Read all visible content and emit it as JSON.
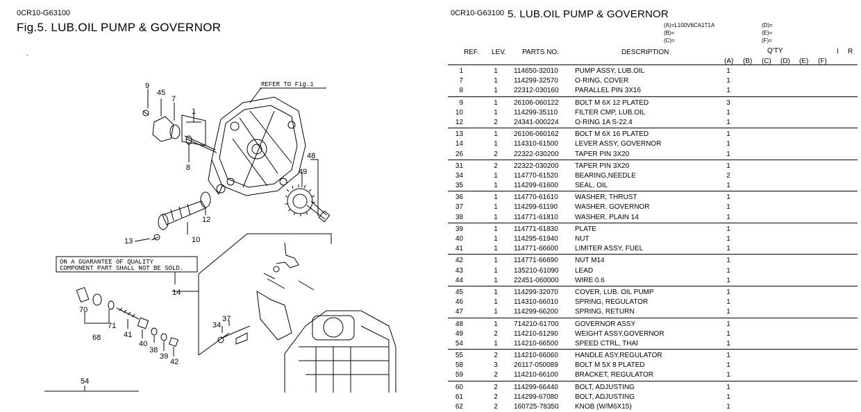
{
  "left": {
    "code": "0CR10-G63100",
    "title": "Fig.5.  LUB.OIL PUMP & GOVERNOR",
    "mark": ".",
    "refer_label": "REFER TO Fig.1",
    "guarantee_line1": "ON A GUARANTEE OF QUALITY",
    "guarantee_line2": "COMPONENT PART SHALL NOT BE SOLD.",
    "callouts": [
      "9",
      "45",
      "7",
      "1",
      "8",
      "48",
      "49",
      "12",
      "10",
      "13",
      "14",
      "70",
      "71",
      "68",
      "41",
      "40",
      "38",
      "39",
      "42",
      "34",
      "37",
      "54"
    ]
  },
  "right": {
    "code": "0CR10-G63100",
    "title": "5.  LUB.OIL PUMP & GOVERNOR",
    "models": {
      "a": "(A)=L100V6CA1T1A",
      "b": "(B)=",
      "c": "(C)=",
      "d": "(D)=",
      "e": "(E)=",
      "f": "(F)="
    },
    "headers": {
      "ref": "REF.",
      "lev": "LEV.",
      "parts_no": "PARTS NO.",
      "description": "DESCRIPTION",
      "qty": "Q'TY",
      "i": "I",
      "r": "R",
      "qa": "(A)",
      "qb": "(B)",
      "qc": "(C)",
      "qd": "(D)",
      "qe": "(E)",
      "qf": "(F)"
    },
    "groups": [
      [
        {
          "ref": "1",
          "lev": "1",
          "part": "114650-32010",
          "desc": "PUMP ASSY, LUB.OIL",
          "qa": "1"
        },
        {
          "ref": "7",
          "lev": "1",
          "part": "114299-32570",
          "desc": "O-RING, COVER",
          "qa": "1"
        },
        {
          "ref": "8",
          "lev": "1",
          "part": "22312-030160",
          "desc": "PARALLEL PIN 3X16",
          "qa": "1"
        }
      ],
      [
        {
          "ref": "9",
          "lev": "1",
          "part": "26106-060122",
          "desc": "BOLT M 6X 12 PLATED",
          "qa": "3"
        },
        {
          "ref": "10",
          "lev": "1",
          "part": "114299-35110",
          "desc": "FILTER CMP, LUB.OIL",
          "qa": "1"
        },
        {
          "ref": "12",
          "lev": "2",
          "part": "24341-000224",
          "desc": "O-RING 1A S-22.4",
          "qa": "1"
        }
      ],
      [
        {
          "ref": "13",
          "lev": "1",
          "part": "26106-060162",
          "desc": "BOLT M 6X 16 PLATED",
          "qa": "1"
        },
        {
          "ref": "14",
          "lev": "1",
          "part": "114310-61500",
          "desc": "LEVER ASSY, GOVERNOR",
          "qa": "1"
        },
        {
          "ref": "26",
          "lev": "2",
          "part": "22322-030200",
          "desc": "TAPER PIN 3X20",
          "qa": "1"
        }
      ],
      [
        {
          "ref": "31",
          "lev": "2",
          "part": "22322-030200",
          "desc": "TAPER PIN 3X20",
          "qa": "1"
        },
        {
          "ref": "34",
          "lev": "1",
          "part": "114770-61520",
          "desc": "BEARING,NEEDLE",
          "qa": "2"
        },
        {
          "ref": "35",
          "lev": "1",
          "part": "114299-61600",
          "desc": "SEAL, OIL",
          "qa": "1"
        }
      ],
      [
        {
          "ref": "36",
          "lev": "1",
          "part": "114770-61610",
          "desc": "WASHER, THRUST",
          "qa": "1"
        },
        {
          "ref": "37",
          "lev": "1",
          "part": "114299-61190",
          "desc": "WASHER, GOVERNOR",
          "qa": "1"
        },
        {
          "ref": "38",
          "lev": "1",
          "part": "114771-61810",
          "desc": "WASHER, PLAIN 14",
          "qa": "1"
        }
      ],
      [
        {
          "ref": "39",
          "lev": "1",
          "part": "114771-61830",
          "desc": "PLATE",
          "qa": "1"
        },
        {
          "ref": "40",
          "lev": "1",
          "part": "114295-61940",
          "desc": "NUT",
          "qa": "1"
        },
        {
          "ref": "41",
          "lev": "1",
          "part": "114771-66600",
          "desc": "LIMITER ASSY, FUEL",
          "qa": "1"
        }
      ],
      [
        {
          "ref": "42",
          "lev": "1",
          "part": "114771-66690",
          "desc": "NUT M14",
          "qa": "1"
        },
        {
          "ref": "43",
          "lev": "1",
          "part": "135210-61090",
          "desc": "LEAD",
          "qa": "1"
        },
        {
          "ref": "44",
          "lev": "1",
          "part": "22451-060000",
          "desc": "WIRE 0.6",
          "qa": "1"
        }
      ],
      [
        {
          "ref": "45",
          "lev": "1",
          "part": "114299-32070",
          "desc": "COVER, LUB. OIL PUMP",
          "qa": "1"
        },
        {
          "ref": "46",
          "lev": "1",
          "part": "114310-66010",
          "desc": "SPRING, REGULATOR",
          "qa": "1"
        },
        {
          "ref": "47",
          "lev": "1",
          "part": "114299-66200",
          "desc": "SPRING, RETURN",
          "qa": "1"
        }
      ],
      [
        {
          "ref": "48",
          "lev": "1",
          "part": "714210-61700",
          "desc": "GOVERNOR ASSY",
          "qa": "1"
        },
        {
          "ref": "49",
          "lev": "2",
          "part": "114210-61290",
          "desc": "WEIGHT ASSY,GOVERNOR",
          "qa": "1"
        },
        {
          "ref": "54",
          "lev": "1",
          "part": "114210-66500",
          "desc": "SPEED CTRL, THAI",
          "qa": "1"
        }
      ],
      [
        {
          "ref": "55",
          "lev": "2",
          "part": "114210-66060",
          "desc": "HANDLE ASY,REGULATOR",
          "qa": "1"
        },
        {
          "ref": "58",
          "lev": "3",
          "part": "26117-050089",
          "desc": "BOLT M 5X  8 PLATED",
          "qa": "1"
        },
        {
          "ref": "59",
          "lev": "2",
          "part": "114210-66100",
          "desc": "BRACKET, REGULATOR",
          "qa": "1"
        }
      ],
      [
        {
          "ref": "60",
          "lev": "2",
          "part": "114299-66440",
          "desc": "BOLT, ADJUSTING",
          "qa": "1"
        },
        {
          "ref": "61",
          "lev": "2",
          "part": "114299-67080",
          "desc": "BOLT, ADJUSTING",
          "qa": "1"
        },
        {
          "ref": "62",
          "lev": "2",
          "part": "160725-78350",
          "desc": "KNOB (W/M6X15)",
          "qa": "1"
        }
      ]
    ]
  }
}
